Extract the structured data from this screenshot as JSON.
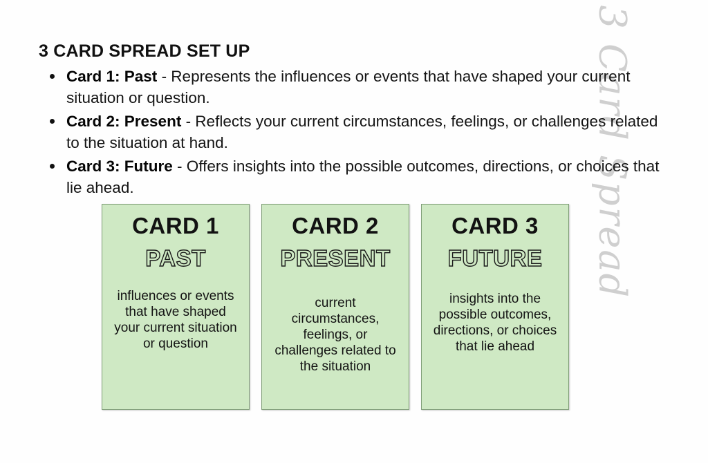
{
  "document": {
    "title": "3 CARD SPREAD SET UP",
    "watermark": "3 Card Spread",
    "background_color": "#fefefe",
    "card_fill_color": "#cfe9c4",
    "card_border_color": "#7f9d77",
    "watermark_color": "#cfcfcf",
    "text_color": "#121212"
  },
  "bullets": [
    {
      "lead": "Card 1: Past",
      "rest": " - Represents the influences or events that have shaped your current situation or question."
    },
    {
      "lead": "Card 2: Present",
      "rest": " - Reflects your current circumstances, feelings, or challenges related to the situation at hand."
    },
    {
      "lead": "Card 3: Future",
      "rest": " - Offers insights into the possible outcomes, directions, or choices that lie ahead."
    }
  ],
  "cards": [
    {
      "number": "CARD 1",
      "phase": "PAST",
      "description": "influences or events that have shaped your current situation or question"
    },
    {
      "number": "CARD 2",
      "phase": "PRESENT",
      "description": "current circumstances, feelings, or challenges related to the situation"
    },
    {
      "number": "CARD 3",
      "phase": "FUTURE",
      "description": "insights into the possible outcomes, directions, or choices that lie ahead"
    }
  ]
}
